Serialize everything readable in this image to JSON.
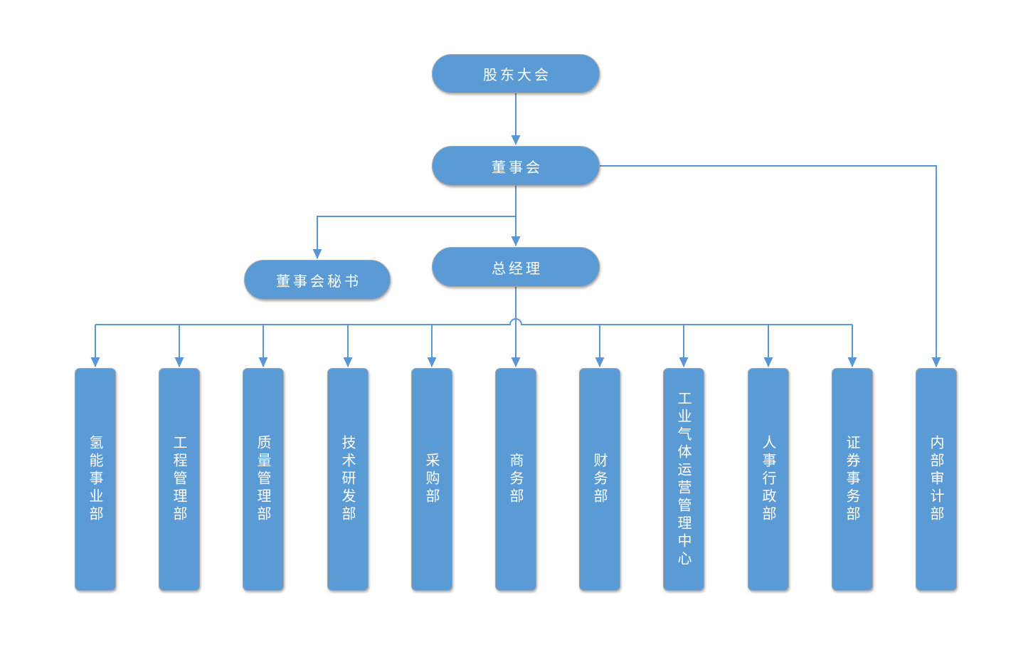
{
  "diagram": {
    "nodes": {
      "shareholders": {
        "label": "股东大会"
      },
      "board": {
        "label": "董事会"
      },
      "board_secretary": {
        "label": "董事会秘书"
      },
      "general_manager": {
        "label": "总经理"
      },
      "departments": [
        {
          "label": "氢能事业部"
        },
        {
          "label": "工程管理部"
        },
        {
          "label": "质量管理部"
        },
        {
          "label": "技术研发部"
        },
        {
          "label": "采购部"
        },
        {
          "label": "商务部"
        },
        {
          "label": "财务部"
        },
        {
          "label": "工业气体运营管理中心"
        },
        {
          "label": "人事行政部"
        },
        {
          "label": "证券事务部"
        },
        {
          "label": "内部审计部"
        }
      ]
    },
    "colors": {
      "node_fill": "#5b9bd5",
      "node_text": "#ffffff",
      "node_border": "#a6a6a6",
      "connector": "#5b96d4",
      "background": "#ffffff"
    }
  }
}
